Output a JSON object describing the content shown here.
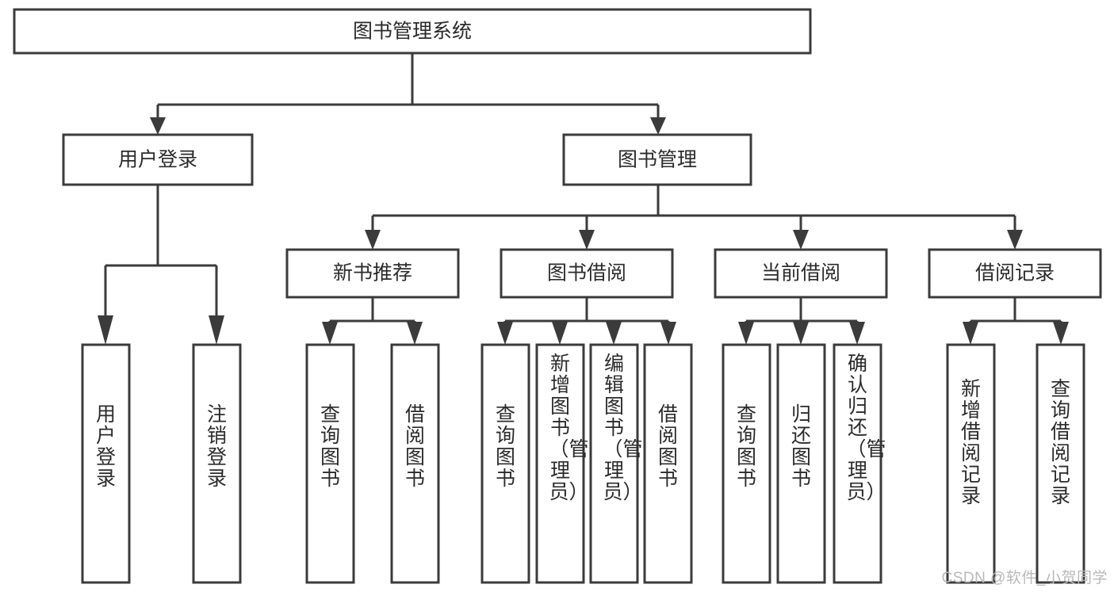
{
  "diagram": {
    "type": "tree-hierarchy",
    "title": "图书管理系统功能结构图",
    "background_color": "#ffffff",
    "line_color": "#3b3b3b",
    "text_color": "#2b2b2b",
    "root": {
      "id": "root",
      "label": "图书管理系统",
      "orientation": "horizontal"
    },
    "level2": [
      {
        "id": "user-login",
        "label": "用户登录",
        "orientation": "horizontal"
      },
      {
        "id": "book-manage",
        "label": "图书管理",
        "orientation": "horizontal"
      }
    ],
    "level3": [
      {
        "id": "new-book-recommend",
        "label": "新书推荐",
        "orientation": "horizontal",
        "parent": "book-manage"
      },
      {
        "id": "book-borrow",
        "label": "图书借阅",
        "orientation": "horizontal",
        "parent": "book-manage"
      },
      {
        "id": "current-borrow",
        "label": "当前借阅",
        "orientation": "horizontal",
        "parent": "book-manage"
      },
      {
        "id": "borrow-record",
        "label": "借阅记录",
        "orientation": "horizontal",
        "parent": "book-manage"
      }
    ],
    "leaves": [
      {
        "id": "leaf-user-login",
        "label": "用户登录",
        "orientation": "vertical",
        "parent": "user-login"
      },
      {
        "id": "leaf-user-logout",
        "label": "注销登录",
        "orientation": "vertical",
        "parent": "user-login"
      },
      {
        "id": "leaf-query-book-1",
        "label": "查询图书",
        "orientation": "vertical",
        "parent": "new-book-recommend"
      },
      {
        "id": "leaf-borrow-book-1",
        "label": "借阅图书",
        "orientation": "vertical",
        "parent": "new-book-recommend"
      },
      {
        "id": "leaf-query-book-2",
        "label": "查询图书",
        "orientation": "vertical",
        "parent": "book-borrow"
      },
      {
        "id": "leaf-add-book",
        "label": "新增图书（管理员）",
        "orientation": "vertical",
        "parent": "book-borrow"
      },
      {
        "id": "leaf-edit-book",
        "label": "编辑图书（管理员）",
        "orientation": "vertical",
        "parent": "book-borrow"
      },
      {
        "id": "leaf-borrow-book-2",
        "label": "借阅图书",
        "orientation": "vertical",
        "parent": "book-borrow"
      },
      {
        "id": "leaf-query-book-3",
        "label": "查询图书",
        "orientation": "vertical",
        "parent": "current-borrow"
      },
      {
        "id": "leaf-return-book",
        "label": "归还图书",
        "orientation": "vertical",
        "parent": "current-borrow"
      },
      {
        "id": "leaf-confirm-return",
        "label": "确认归还（管理员）",
        "orientation": "vertical",
        "parent": "current-borrow"
      },
      {
        "id": "leaf-add-record",
        "label": "新增借阅记录",
        "orientation": "vertical",
        "parent": "borrow-record"
      },
      {
        "id": "leaf-query-record",
        "label": "查询借阅记录",
        "orientation": "vertical",
        "parent": "borrow-record"
      }
    ]
  },
  "watermark": {
    "text": "CSDN @软件_小贺同学"
  }
}
